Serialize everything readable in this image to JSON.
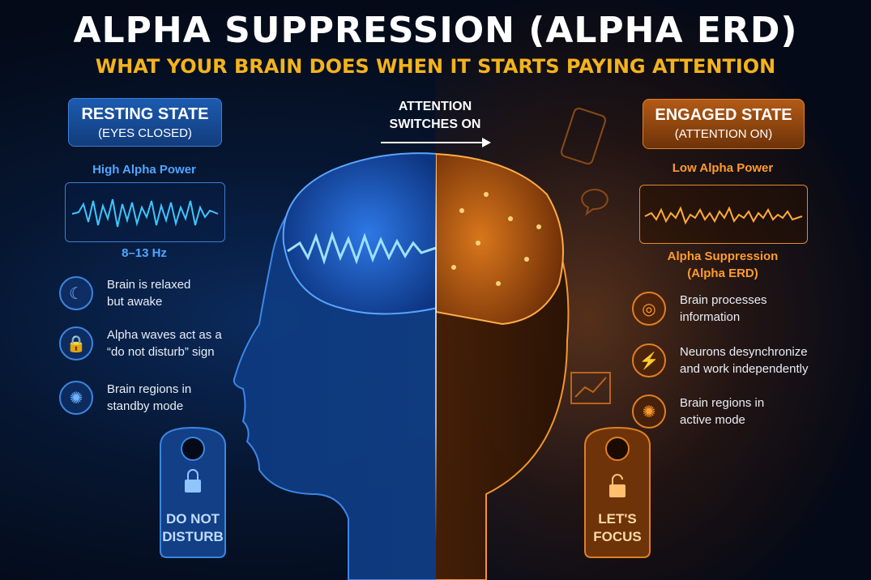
{
  "title": "ALPHA SUPPRESSION (ALPHA ERD)",
  "subtitle": "WHAT YOUR BRAIN DOES WHEN IT STARTS PAYING ATTENTION",
  "left": {
    "state_title": "RESTING STATE",
    "state_sub": "(EYES CLOSED)",
    "power_label": "High Alpha Power",
    "freq_label": "8–13 Hz",
    "items": [
      {
        "icon": "moon-icon",
        "text": "Brain is relaxed\nbut awake"
      },
      {
        "icon": "lock-icon",
        "text": "Alpha waves act as a\n“do not disturb” sign"
      },
      {
        "icon": "brain-icon",
        "text": "Brain regions in\nstandby mode"
      }
    ],
    "door_tag": "DO NOT\nDISTURB"
  },
  "center": {
    "attention_label": "ATTENTION\nSWITCHES ON"
  },
  "right": {
    "state_title": "ENGAGED STATE",
    "state_sub": "(ATTENTION ON)",
    "power_label": "Low Alpha Power",
    "suppression_label": "Alpha Suppression\n(Alpha ERD)",
    "items": [
      {
        "icon": "target-icon",
        "text": "Brain processes\ninformation"
      },
      {
        "icon": "lightning-icon",
        "text": "Neurons desynchronize\nand work independently"
      },
      {
        "icon": "brain-icon",
        "text": "Brain regions in\nactive mode"
      }
    ],
    "door_tag": "LET'S\nFOCUS"
  },
  "colors": {
    "blue_accent": "#3b86e0",
    "orange_accent": "#e07f24",
    "subtitle_gold": "#f4b31c"
  }
}
